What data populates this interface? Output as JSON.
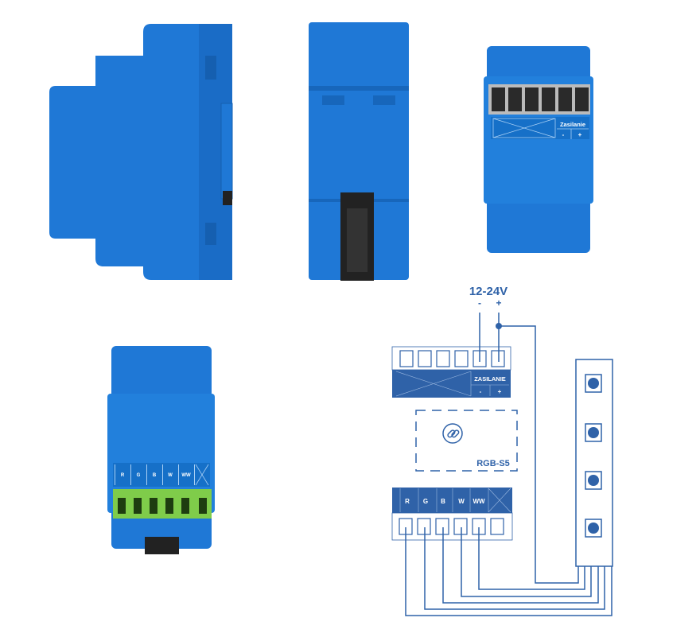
{
  "colors": {
    "device_blue": "#1f78d6",
    "device_dark": "#1660b4",
    "diagram_blue": "#2f62a8",
    "terminal_green": "#7fcc4a"
  },
  "front_view": {
    "power_label": "Zasilanie",
    "minus": "-",
    "plus": "+"
  },
  "output_view": {
    "channels": [
      "R",
      "G",
      "B",
      "W",
      "WW"
    ]
  },
  "diagram": {
    "voltage": "12-24V",
    "minus": "-",
    "plus": "+",
    "power_label": "ZASILANIE",
    "model": "RGB-S5",
    "channels": [
      "R",
      "G",
      "B",
      "W",
      "WW"
    ]
  }
}
